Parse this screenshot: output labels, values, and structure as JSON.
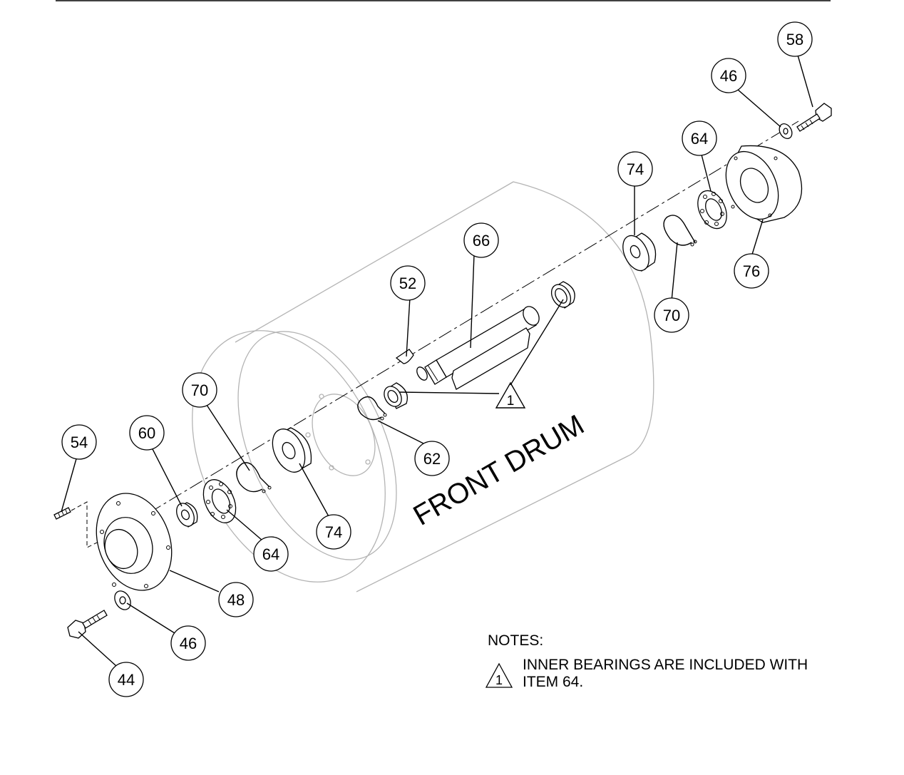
{
  "drum_label": "FRONT DRUM",
  "notes": {
    "title": "NOTES:",
    "items": [
      {
        "symbol": "1",
        "text": "INNER BEARINGS ARE INCLUDED WITH ITEM 64."
      }
    ]
  },
  "callouts": {
    "c58": "58",
    "c46_top": "46",
    "c64_top": "64",
    "c74_top": "74",
    "c76": "76",
    "c70_right": "70",
    "c66": "66",
    "c52": "52",
    "note_flag": "1",
    "c62": "62",
    "c70_left": "70",
    "c54": "54",
    "c60": "60",
    "c64_bottom": "64",
    "c74_bottom": "74",
    "c48": "48",
    "c46_bottom": "46",
    "c44": "44"
  }
}
